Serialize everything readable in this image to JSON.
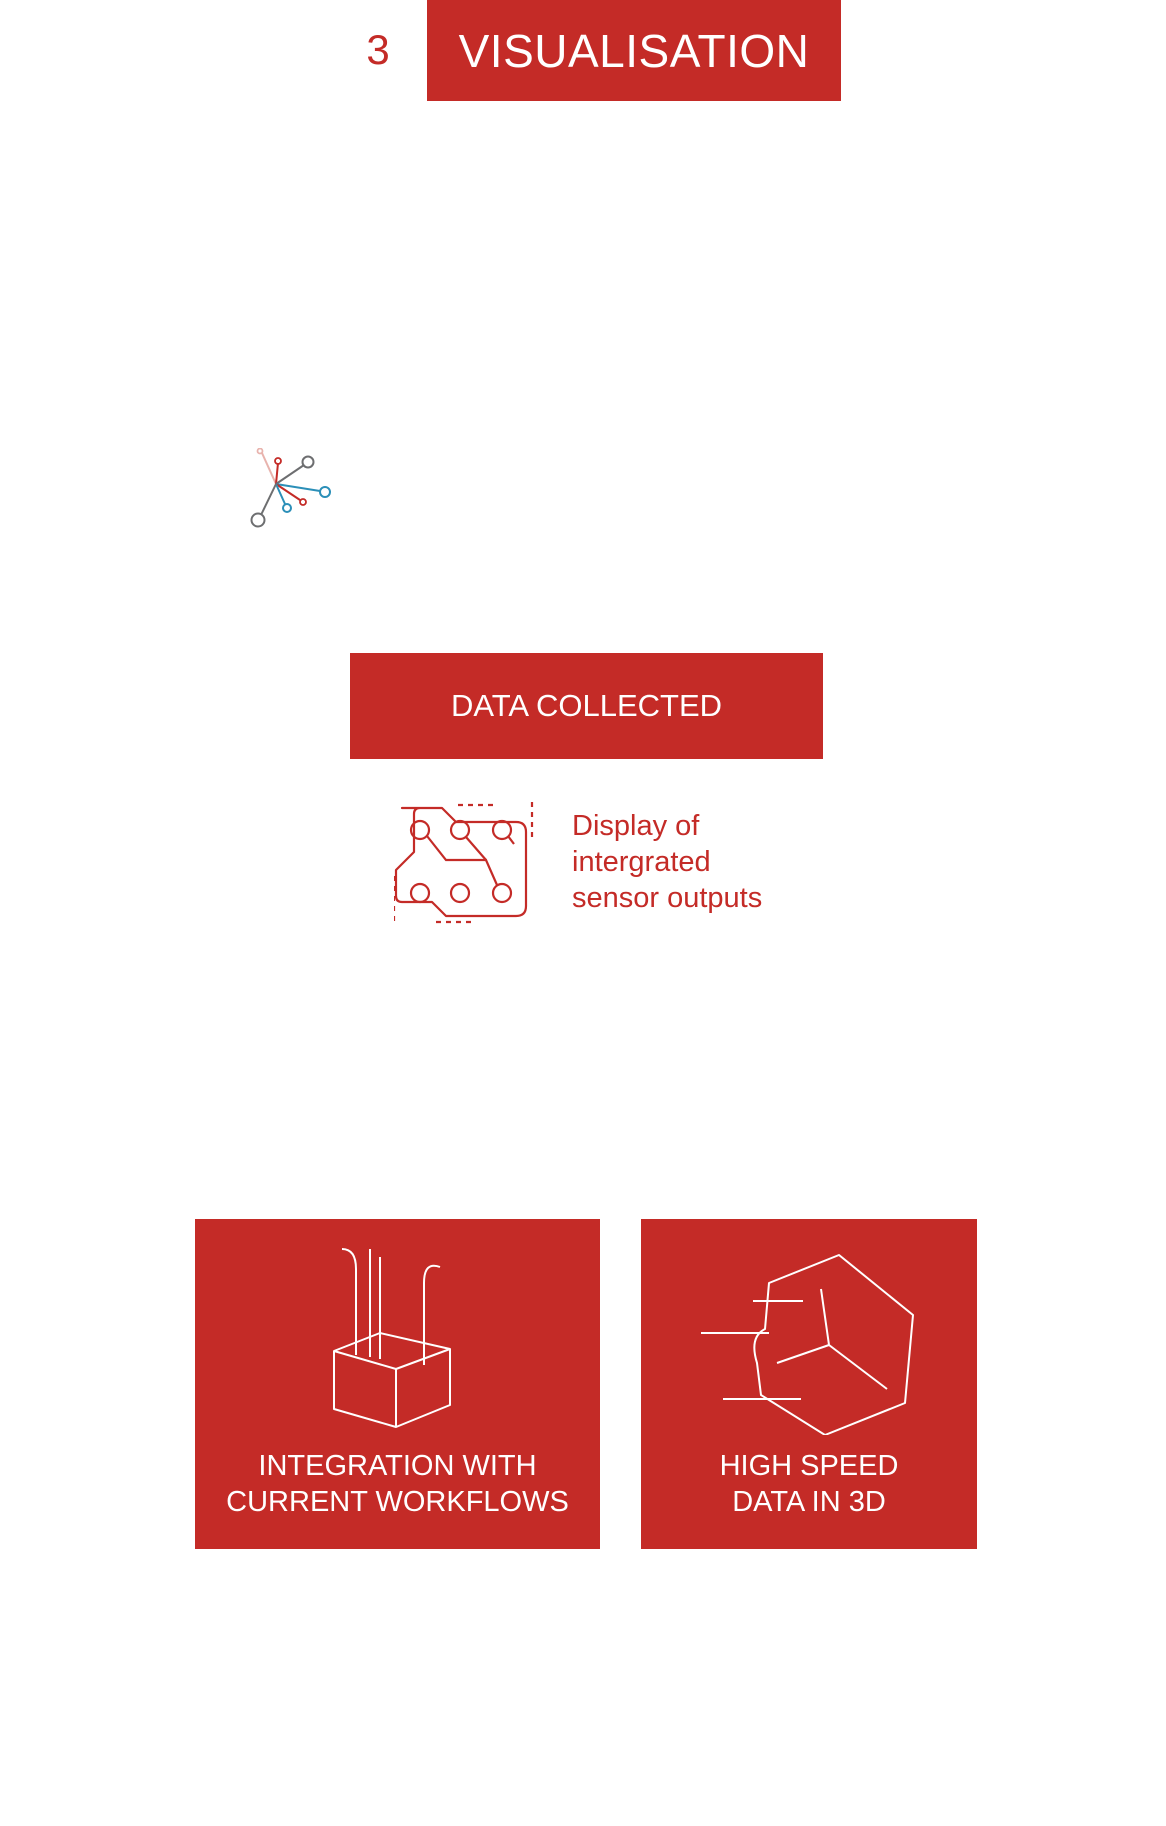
{
  "header": {
    "step_number": "3",
    "title": "VISUALISATION"
  },
  "data_collected": {
    "label": "DATA COLLECTED",
    "description_lines": [
      "Display of",
      "intergrated",
      "sensor outputs"
    ]
  },
  "cards": [
    {
      "label_lines": [
        "INTEGRATION WITH",
        "CURRENT WORKFLOWS"
      ],
      "icon": "box-integration-icon"
    },
    {
      "label_lines": [
        "HIGH SPEED",
        "DATA IN 3D"
      ],
      "icon": "speed-cube-icon"
    }
  ],
  "colors": {
    "brand_red": "#c42b27",
    "white": "#ffffff",
    "network_grey": "#6d6e70",
    "network_blue": "#2b8fb8",
    "network_pink": "#e8b3ad"
  }
}
